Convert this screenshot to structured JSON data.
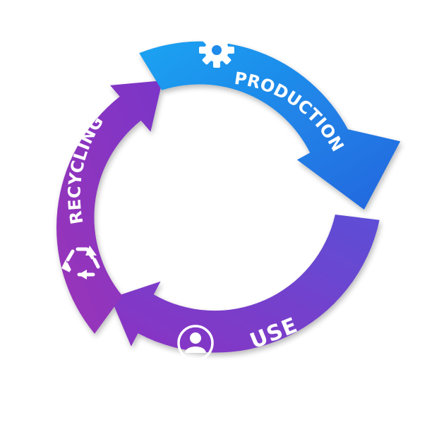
{
  "diagram": {
    "stages": [
      {
        "label": "PRODUCTION",
        "icon": "gear-icon",
        "color_start": "#1e9cf0",
        "color_end": "#2a6fe0"
      },
      {
        "label": "USE",
        "icon": "user-icon",
        "color_start": "#6b48d4",
        "color_end": "#8a34c4"
      },
      {
        "label": "RECYCLING",
        "icon": "recycle-icon",
        "color_start": "#a23bb8",
        "color_end": "#6c34c8"
      }
    ]
  }
}
